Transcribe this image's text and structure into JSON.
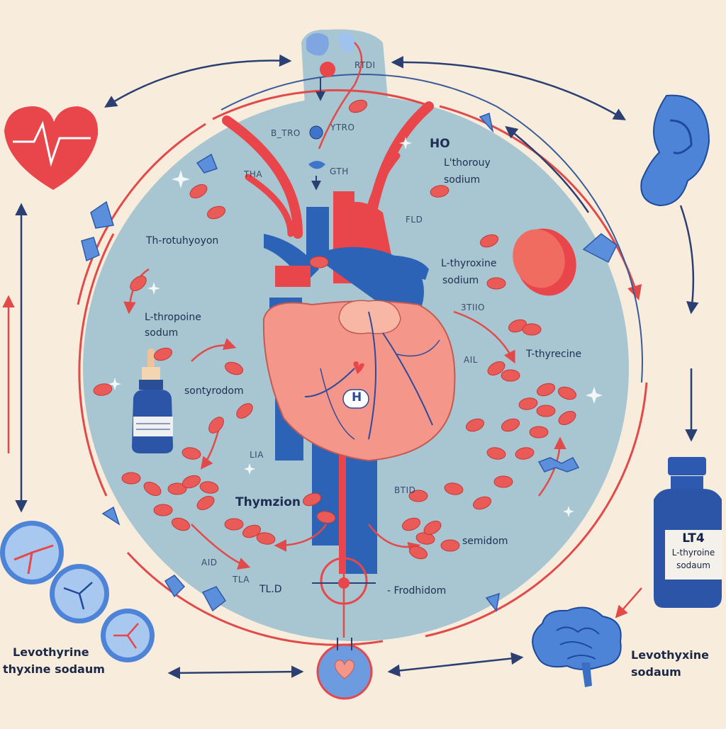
{
  "labels": {
    "top_rtd": "RTDI",
    "b_tro": "B_TRO",
    "ytro": "YTRO",
    "gth": "GTH",
    "tha": "THA",
    "ho": "HO",
    "l_thorouy": "L'thorouy",
    "sodium_top": "sodium",
    "fld": "FLD",
    "th_rotuyon": "Th-rotuhyoyon",
    "l_thyroxine": "L-thyroxine",
    "sodium_mid": "sodium",
    "l_thropoine": "L-thropoine",
    "sodum": "sodum",
    "stiio": "3TIIO",
    "sontyrodom": "sontyrodom",
    "all": "AIL",
    "t_thyrecine": "T-thyrecine",
    "lia": "LIA",
    "btid": "BTID",
    "thymzion": "Thymzion",
    "semidom": "semidom",
    "aid": "AID",
    "tla": "TLA",
    "tld": "TL.D",
    "frodhidom": "- Frodhidom",
    "levo_left_1": "Levothyrine",
    "levo_left_2": "thyxine sodaum",
    "levo_right_1": "Levothyxine",
    "levo_right_2": "sodaum",
    "heart_tag": "H"
  },
  "bottle_right": {
    "line1": "LT4",
    "line2": "L-thyroine",
    "line3": "sodaum"
  },
  "colors": {
    "background": "#f8ecdc",
    "circle": "#a7c4d1",
    "red": "#e9474b",
    "blue": "#2d63b6",
    "heart": "#f4968a",
    "pill": "#ea5b58"
  }
}
